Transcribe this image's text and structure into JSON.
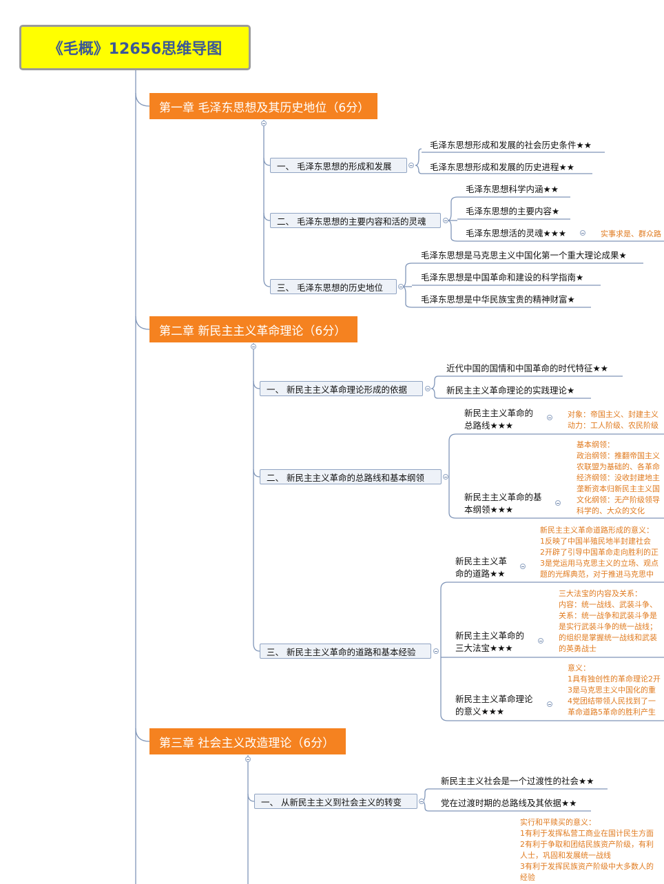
{
  "title": "《毛概》12656思维导图",
  "chapters": [
    {
      "title": "第一章 毛泽东思想及其历史地位（6分）",
      "sections": [
        {
          "label": "一、 毛泽东思想的形成和发展",
          "leaves": [
            "毛泽东思想形成和发展的社会历史条件★★",
            "毛泽东思想形成和发展的历史进程★★"
          ]
        },
        {
          "label": "二、 毛泽东思想的主要内容和活的灵魂",
          "leaves": [
            "毛泽东思想科学内涵★★",
            "毛泽东思想的主要内容★",
            "毛泽东思想活的灵魂★★★"
          ],
          "note": "实事求是、群众路"
        },
        {
          "label": "三、 毛泽东思想的历史地位",
          "leaves": [
            "毛泽东思想是马克思主义中国化第一个重大理论成果★",
            "毛泽东思想是中国革命和建设的科学指南★",
            "毛泽东思想是中华民族宝贵的精神财富★"
          ]
        }
      ]
    },
    {
      "title": "第二章  新民主主义革命理论（6分）",
      "sections": [
        {
          "label": "一、 新民主主义革命理论形成的依据",
          "leaves": [
            "近代中国的国情和中国革命的时代特征★★",
            "新民主主义革命理论的实践理论★"
          ]
        },
        {
          "label": "二、 新民主主义革命的总路线和基本纲领",
          "leaves": [
            "新民主主义革命的\n总路线★★★",
            "新民主主义革命的基\n本纲领★★★"
          ],
          "notes": [
            "对象：帝国主义、封建主义\n动力：工人阶级、农民阶级",
            "基本纲领：\n政治纲领：推翻帝国主义\n农联盟为基础的、各革命\n经济纲领：没收封建地主\n垄断资本归新民主主义国\n文化纲领：无产阶级领导\n科学的、大众的文化"
          ]
        },
        {
          "label": "三、 新民主主义革命的道路和基本经验",
          "leaves": [
            "新民主主义革\n命的道路★★",
            "新民主主义革命的\n三大法宝★★★",
            "新民主主义革命理论\n的意义★★★"
          ],
          "notes": [
            "新民主主义革命道路形成的意义：\n1反映了中国半殖民地半封建社会\n2开辟了引导中国革命走向胜利的正\n3是党运用马克思主义的立场、观点\n题的光辉典范，对于推进马克思中",
            "三大法宝的内容及关系：\n内容：统一战线、武装斗争、\n关系：统一战争和武装斗争是\n是实行武装斗争的统一战线；\n的组织是掌握统一战线和武装\n的英勇战士",
            "意义：\n1具有独创性的革命理论2开\n3是马克思主义中国化的重\n4党团结带领人民找到了一\n革命道路5革命的胜利产生"
          ]
        }
      ]
    },
    {
      "title": "第三章  社会主义改造理论（6分）",
      "sections": [
        {
          "label": "一、 从新民主主义到社会主义的转变",
          "leaves": [
            "新民主主义社会是一个过渡性的社会★★",
            "党在过渡时期的总路线及其依据★★"
          ]
        }
      ],
      "note": "实行和平赎买的意义：\n1有利于发挥私营工商业在国计民生方面\n2有利于争取和团结民族资产阶级，有利\n人士，巩固和发展统一战线\n3有利于发挥民族资产阶级中大多数人的\n经验"
    }
  ]
}
